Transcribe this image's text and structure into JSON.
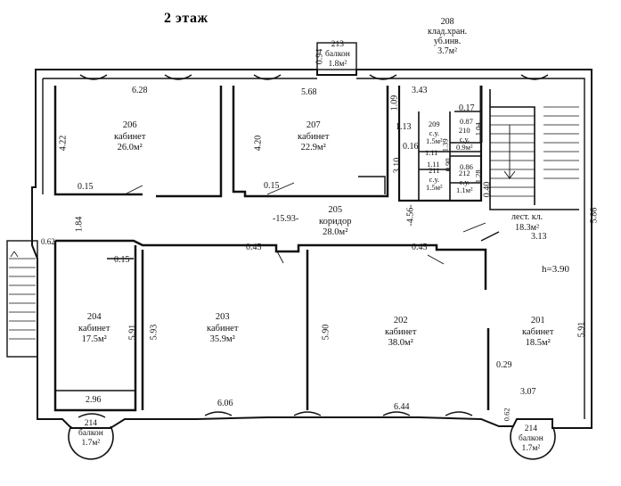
{
  "title": "2 этаж",
  "rooms": {
    "r206": {
      "num": "206",
      "name": "кабинет",
      "area": "26.0м²"
    },
    "r207": {
      "num": "207",
      "name": "кабинет",
      "area": "22.9м²"
    },
    "r205": {
      "num": "205",
      "name": "коридор",
      "area": "28.0м²"
    },
    "r204": {
      "num": "204",
      "name": "кабинет",
      "area": "17.5м²"
    },
    "r203": {
      "num": "203",
      "name": "кабинет",
      "area": "35.9м²"
    },
    "r202": {
      "num": "202",
      "name": "кабинет",
      "area": "38.0м²"
    },
    "r201": {
      "num": "201",
      "name": "кабинет",
      "area": "18.5м²"
    },
    "r208": {
      "num": "208",
      "name1": "клад.хран.",
      "name2": "уб.инв.",
      "area": "3.7м²"
    },
    "r213": {
      "num": "213",
      "name": "балкон",
      "area": "1.8м²"
    },
    "r214a": {
      "num": "214",
      "name": "балкон",
      "area": "1.7м²"
    },
    "r214b": {
      "num": "214",
      "name": "балкон",
      "area": "1.7м²"
    },
    "r209": {
      "num": "209",
      "name": "с.у.",
      "area": "1.5м²"
    },
    "r210": {
      "num": "210",
      "name": "с.у.",
      "area": "0.9м²"
    },
    "r211": {
      "num": "211",
      "name": "с.у.",
      "area": "1.5м²"
    },
    "r212": {
      "num": "212",
      "name": "с.у.",
      "area": "1.1м²"
    },
    "stair": {
      "name": "лест. кл.",
      "area": "18.3м²"
    }
  },
  "dims": {
    "d628": "6.28",
    "d568": "5.68",
    "d094": "0.94",
    "d343": "3.43",
    "d422": "4.22",
    "d420": "4.20",
    "d109": "1.09",
    "d113": "1.13",
    "d017": "0.17",
    "d087": "0.87",
    "d104": "1.04",
    "d016": "0.16",
    "d139": "1.39",
    "d111a": "1.11",
    "d111b": "1.11",
    "d090": "0.90",
    "d086": "0.86",
    "d128": "1.28",
    "d310": "3.10",
    "d015a": "0.15",
    "d015b": "0.15",
    "d040": "0.40",
    "d1593": "-15.93-",
    "d456": "-4.56-",
    "d586": "5.86",
    "d184": "1.84",
    "d313": "3.13",
    "d062a": "0.62",
    "d015c": "0.15",
    "d045a": "0.45",
    "d045b": "0.45",
    "h": "h=3.90",
    "d591a": "5.91",
    "d593": "5.93",
    "d590": "5.90",
    "d591b": "5.91",
    "d029": "0.29",
    "d296": "2.96",
    "d606": "6.06",
    "d644": "6.44",
    "d307": "3.07",
    "d062b": "0.62"
  }
}
